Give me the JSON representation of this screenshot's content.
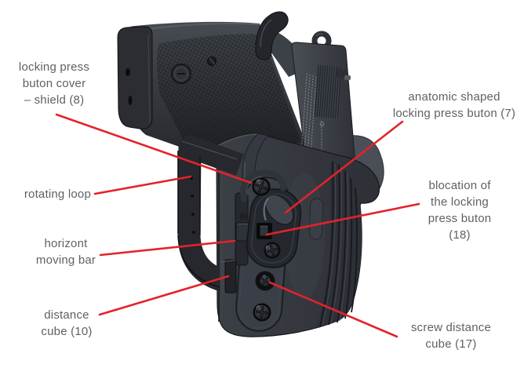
{
  "colors": {
    "background": "#ffffff",
    "leader_red": "#e4222a",
    "label_text": "#5f6164"
  },
  "illustration": {
    "alt": "Black pistol seated grip-up in a black polymer paddle holster, rear three-quarter view, with red leader lines pointing to holster parts"
  },
  "labels": {
    "shield_8": {
      "lines": [
        "locking press",
        "buton cover",
        "– shield (8)"
      ]
    },
    "rotating_loop": {
      "lines": [
        "rotating loop"
      ]
    },
    "horizont_bar": {
      "lines": [
        "horizont",
        "moving bar"
      ]
    },
    "distance_cube_10": {
      "lines": [
        "distance",
        "cube (10)"
      ]
    },
    "anatomic_7": {
      "lines": [
        "anatomic shaped",
        "locking press buton (7)"
      ]
    },
    "blocation_18": {
      "lines": [
        "blocation of",
        "the locking",
        "press buton",
        "(18)"
      ]
    },
    "screw_17": {
      "lines": [
        "screw distance",
        "cube (17)"
      ]
    }
  }
}
